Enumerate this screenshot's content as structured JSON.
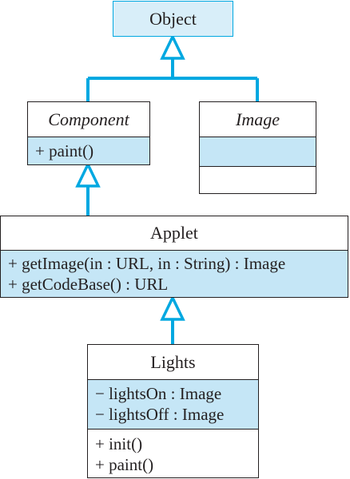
{
  "object": {
    "name": "Object"
  },
  "component": {
    "name": "Component",
    "operations": [
      "+ paint()"
    ]
  },
  "image": {
    "name": "Image"
  },
  "applet": {
    "name": "Applet",
    "operations": [
      "+ getImage(in  : URL, in  : String) : Image",
      "+ getCodeBase() : URL"
    ]
  },
  "lights": {
    "name": "Lights",
    "attributes": [
      "− lightsOn : Image",
      "− lightsOff : Image"
    ],
    "operations": [
      "+ init()",
      "+ paint()"
    ]
  },
  "colors": {
    "connector": "#00a8e1",
    "section_fill": "#c5e6f6",
    "object_fill": "#d8eef9",
    "outline": "#231f20"
  }
}
